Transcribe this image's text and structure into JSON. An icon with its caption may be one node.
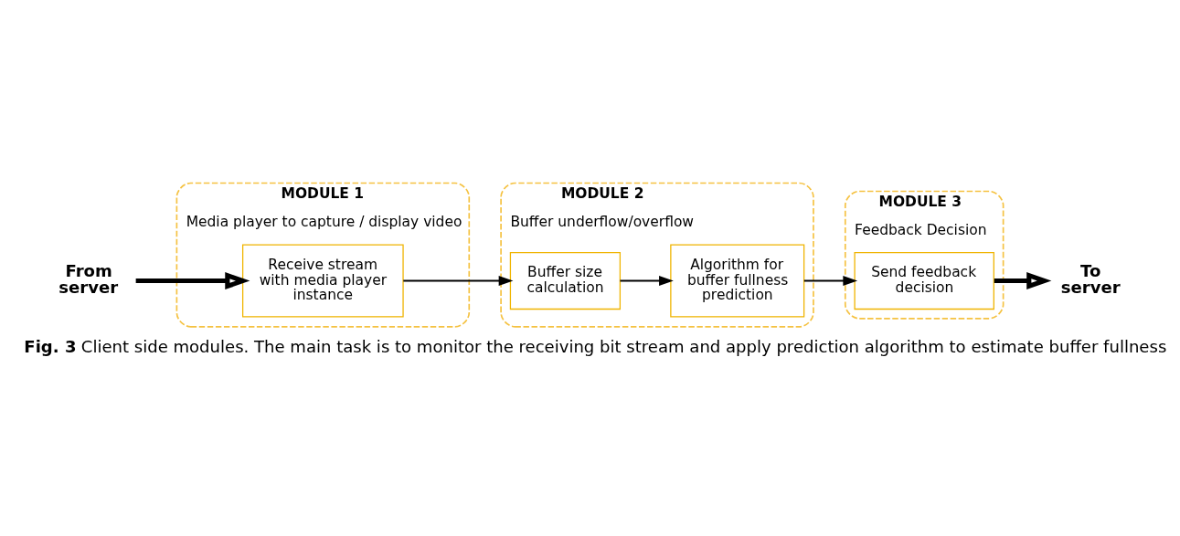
{
  "diagram": {
    "caption": "**Fig. 3** Client side modules. The main task is to monitor the receiving bit stream and apply prediction algorithm to estimate buffer fullness",
    "nodes": [
      {
        "text": [
          "From server"
        ]
      },
      {
        "text": [
          "MODULE 1",
          "Media player to capture / display video"
        ]
      },
      {
        "text": [
          "Receive stream with media player instance"
        ],
        "in": 1
      },
      {
        "text": [
          "MODULE 2",
          "Buffer underflow/overflow"
        ]
      },
      {
        "text": [
          "Buffer size calculation"
        ],
        "in": 3
      },
      {
        "text": [
          "Algorithm for buffer fullness prediction"
        ],
        "in": 3
      },
      {
        "text": [
          "MODULE 3",
          "Feedback Decision"
        ]
      },
      {
        "text": [
          "Send feedback decision"
        ],
        "in": 6
      },
      {
        "text": [
          "To server"
        ]
      }
    ],
    "edges": [
      {
        "from": 0,
        "to": 2,
        "arrow": "to",
        "style": "thick"
      },
      {
        "from": 2,
        "to": 4,
        "arrow": "to"
      },
      {
        "from": 4,
        "to": 5,
        "arrow": "to"
      },
      {
        "from": 5,
        "to": 7,
        "arrow": "to"
      },
      {
        "from": 7,
        "to": 8,
        "arrow": "to",
        "style": "thick"
      }
    ]
  }
}
